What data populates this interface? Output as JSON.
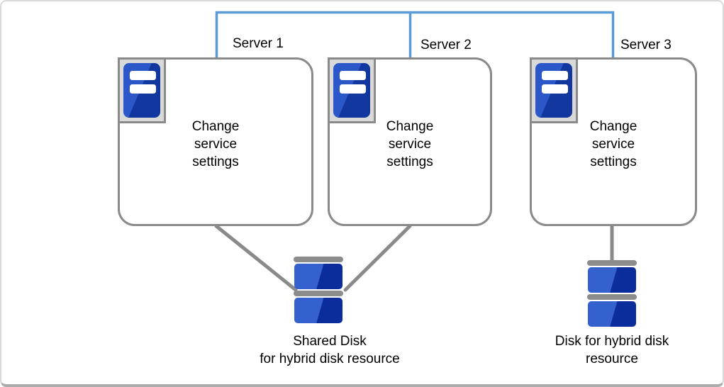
{
  "diagram": {
    "title_note": "three-server cluster with hybrid disk resources",
    "servers": [
      {
        "label": "Server 1",
        "body": "Change\nservice\nsettings"
      },
      {
        "label": "Server 2",
        "body": "Change\nservice\nsettings"
      },
      {
        "label": "Server 3",
        "body": "Change\nservice\nsettings"
      }
    ],
    "disks": [
      {
        "label": "Shared Disk\nfor hybrid disk resource"
      },
      {
        "label": "Disk for hybrid disk\nresource"
      }
    ],
    "colors": {
      "interconnect_blue": "#5B9BD5",
      "connector_gray": "#8A8A8A",
      "server_icon_blue_light": "#2B57C8",
      "server_icon_blue_dark": "#12389F",
      "disk_blue_light": "#3561CE",
      "disk_blue_dark": "#0B2D9C",
      "icon_tray_gray": "#D9D9D9",
      "box_border_gray": "#8A8A8A"
    }
  }
}
